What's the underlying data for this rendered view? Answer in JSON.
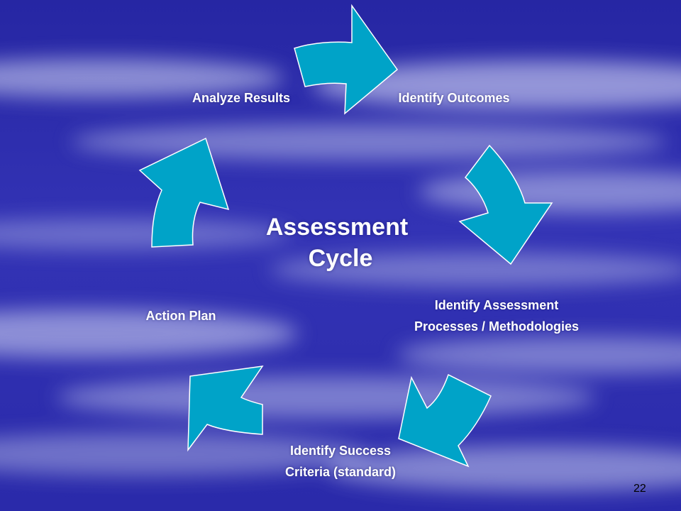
{
  "diagram": {
    "center_title_line1": "Assessment",
    "center_title_line2": "Cycle",
    "steps": [
      {
        "label": "Identify Outcomes"
      },
      {
        "label_line1": "Identify Assessment",
        "label_line2": "Processes / Methodologies"
      },
      {
        "label_line1": "Identify Success",
        "label_line2": "Criteria (standard)"
      },
      {
        "label": "Action Plan"
      },
      {
        "label": "Analyze Results"
      }
    ],
    "arrow_color": "#00a3c8",
    "background_color": "#2a2aa8"
  },
  "page_number": "22"
}
